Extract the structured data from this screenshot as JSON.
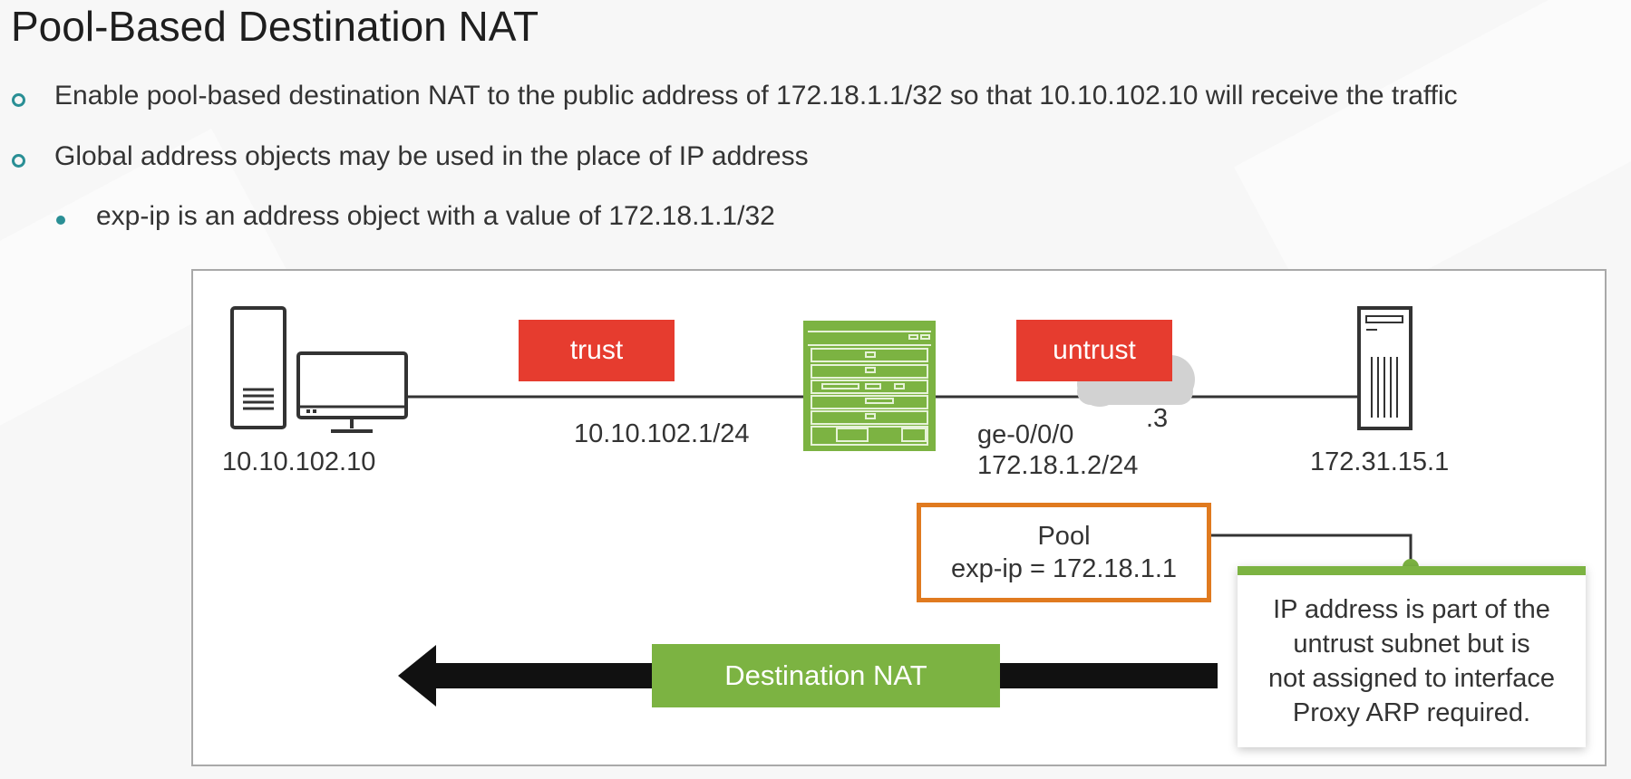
{
  "slide": {
    "title": "Pool-Based Destination NAT",
    "bullets": [
      "Enable pool-based destination NAT to the public address of 172.18.1.1/32 so that 10.10.102.10 will receive the traffic",
      "Global address objects may be used in the place of IP address"
    ],
    "sub_bullets": [
      "exp-ip is an address object with a value of 172.18.1.1/32"
    ]
  },
  "diagram": {
    "host_ip": "10.10.102.10",
    "trust_zone": "trust",
    "untrust_zone": "untrust",
    "trust_interface_ip": "10.10.102.1/24",
    "untrust_interface_name": "ge-0/0/0",
    "untrust_interface_ip": "172.18.1.2/24",
    "gateway_suffix": ".3",
    "server_ip": "172.31.15.1",
    "pool_title": "Pool",
    "pool_value": "exp-ip = 172.18.1.1",
    "note_lines": [
      "IP address is part of the",
      "untrust subnet but is",
      "not assigned to interface",
      "Proxy ARP required."
    ],
    "dnat_label": "Destination NAT"
  },
  "colors": {
    "zone": "#e63c2f",
    "device": "#7cb342",
    "pool_border": "#e07a1f",
    "bullet": "#2a8f95"
  }
}
